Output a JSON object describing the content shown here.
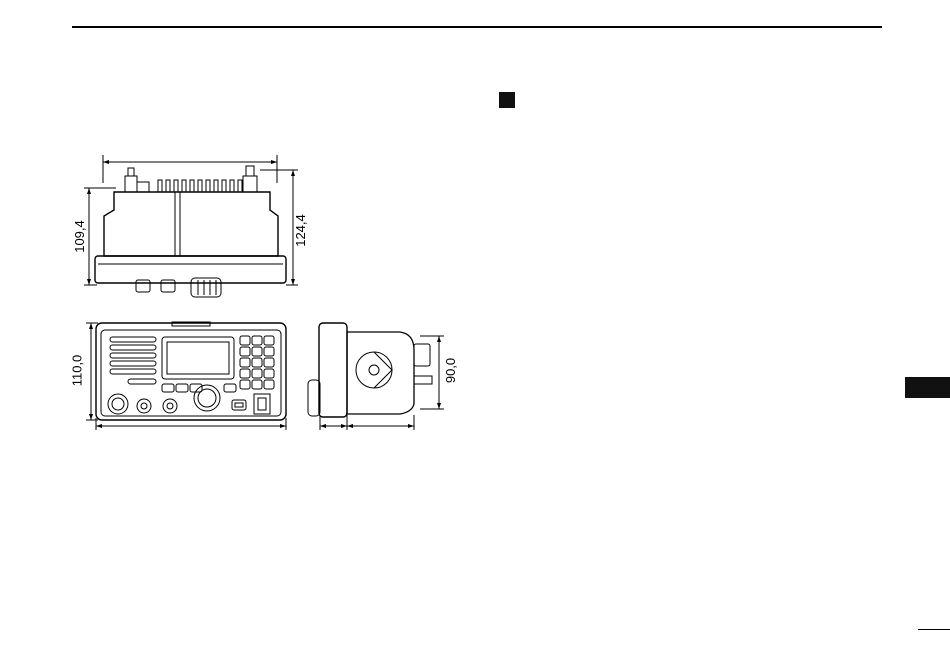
{
  "dimensions": {
    "top_view_left_height": "109,4",
    "top_view_right_height": "124,4",
    "front_view_height": "110,0",
    "side_view_height": "90,0"
  }
}
